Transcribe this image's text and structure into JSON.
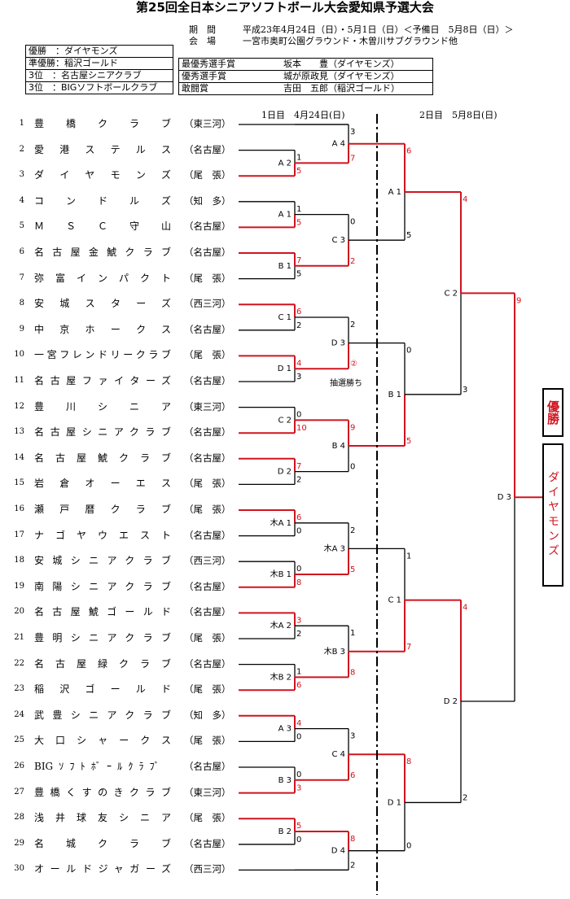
{
  "title": "第25回全日本シニアソフトボール大会愛知県予選大会",
  "meta": {
    "period_label": "期　間",
    "period_value": "平成23年4月24日（日）・5月1日（日）＜予備日　5月8日（日）＞",
    "venue_label": "会　場",
    "venue_value": "一宮市奥町公園グラウンド・木曽川サブグラウンド他"
  },
  "results": [
    "優勝　：ダイヤモンズ",
    "準優勝：稲沢ゴールド",
    "3位　：名古屋シニアクラブ",
    "3位　：BIGソフトボールクラブ"
  ],
  "awards": [
    {
      "label": "最優秀選手賞",
      "value": "坂本　　豊（ダイヤモンズ）"
    },
    {
      "label": "優秀選手賞",
      "value": "城が原政見（ダイヤモンズ）"
    },
    {
      "label": "敢闘賞",
      "value": "吉田　五郎（稲沢ゴールド）"
    }
  ],
  "days": {
    "day1": "1日目　4月24日(日)",
    "day2": "2日目　5月8日(日)"
  },
  "teams": [
    {
      "no": "1",
      "name": "豊橋クラブ",
      "region": "（東三河）"
    },
    {
      "no": "2",
      "name": "愛港ステルス",
      "region": "（名古屋）"
    },
    {
      "no": "3",
      "name": "ダイヤモンズ",
      "region": "（尾　張）"
    },
    {
      "no": "4",
      "name": "コンドルズ",
      "region": "（知　多）"
    },
    {
      "no": "5",
      "name": "ＭＳＣ守山",
      "region": "（名古屋）"
    },
    {
      "no": "6",
      "name": "名古屋金鯱クラブ",
      "region": "（名古屋）"
    },
    {
      "no": "7",
      "name": "弥富インパクト",
      "region": "（尾　張）"
    },
    {
      "no": "8",
      "name": "安城スターズ",
      "region": "（西三河）"
    },
    {
      "no": "9",
      "name": "中京ホークス",
      "region": "（名古屋）"
    },
    {
      "no": "10",
      "name": "一宮フレンドリークラブ",
      "region": "（尾　張）"
    },
    {
      "no": "11",
      "name": "名古屋ファイターズ",
      "region": "（名古屋）"
    },
    {
      "no": "12",
      "name": "豊川シニア",
      "region": "（東三河）"
    },
    {
      "no": "13",
      "name": "名古屋シニアクラブ",
      "region": "（名古屋）"
    },
    {
      "no": "14",
      "name": "名古屋鯱クラブ",
      "region": "（名古屋）"
    },
    {
      "no": "15",
      "name": "岩倉オーエス",
      "region": "（尾　張）"
    },
    {
      "no": "16",
      "name": "瀬戸暦クラブ",
      "region": "（尾　張）"
    },
    {
      "no": "17",
      "name": "ナゴヤウエスト",
      "region": "（名古屋）"
    },
    {
      "no": "18",
      "name": "安城シニアクラブ",
      "region": "（西三河）"
    },
    {
      "no": "19",
      "name": "南陽シニアクラブ",
      "region": "（名古屋）"
    },
    {
      "no": "20",
      "name": "名古屋鯱ゴールド",
      "region": "（名古屋）"
    },
    {
      "no": "21",
      "name": "豊明シニアクラブ",
      "region": "（尾　張）"
    },
    {
      "no": "22",
      "name": "名古屋緑クラブ",
      "region": "（名古屋）"
    },
    {
      "no": "23",
      "name": "稲沢ゴールド",
      "region": "（尾　張）"
    },
    {
      "no": "24",
      "name": "武豊シニアクラブ",
      "region": "（知　多）"
    },
    {
      "no": "25",
      "name": "大口シャークス",
      "region": "（尾　張）"
    },
    {
      "no": "26",
      "name": "BIGｿﾌﾄﾎﾞｰﾙｸﾗﾌﾞ",
      "region": "（名古屋）"
    },
    {
      "no": "27",
      "name": "豊橋くすのきクラブ",
      "region": "（東三河）"
    },
    {
      "no": "28",
      "name": "浅井球友シニア",
      "region": "（尾　張）"
    },
    {
      "no": "29",
      "name": "名城クラブ",
      "region": "（名古屋）"
    },
    {
      "no": "30",
      "name": "オールドジャガーズ",
      "region": "（西三河）"
    }
  ],
  "colors": {
    "win": "#d0141f",
    "line": "#000000"
  },
  "bracket": {
    "matches": [
      {
        "label": "A 2",
        "s1": "1",
        "s2": "5"
      },
      {
        "label": "A 4",
        "s1": "3",
        "s2": "7"
      },
      {
        "label": "A 1",
        "s1": "1",
        "s2": "5"
      },
      {
        "label": "B 1",
        "s1": "7",
        "s2": "5"
      },
      {
        "label": "C 3",
        "s1": "0",
        "s2": "2"
      },
      {
        "label": "A 1",
        "s1": "6",
        "s2": "5"
      },
      {
        "label": "C 1",
        "s1": "6",
        "s2": "2"
      },
      {
        "label": "D 1",
        "s1": "4",
        "s2": "3"
      },
      {
        "label": "D 3",
        "s1": "2",
        "s2": "②"
      },
      {
        "label": "C 2",
        "s1": "0",
        "s2": "10"
      },
      {
        "label": "D 2",
        "s1": "7",
        "s2": "2"
      },
      {
        "label": "B 4",
        "s1": "9",
        "s2": "0"
      },
      {
        "label": "B 1",
        "s1": "0",
        "s2": "5"
      },
      {
        "label": "C 2",
        "s1": "4",
        "s2": "3"
      },
      {
        "label": "木A 1",
        "s1": "6",
        "s2": "0"
      },
      {
        "label": "木B 1",
        "s1": "0",
        "s2": "8"
      },
      {
        "label": "木A 3",
        "s1": "2",
        "s2": "5"
      },
      {
        "label": "木A 2",
        "s1": "3",
        "s2": "2"
      },
      {
        "label": "木B 2",
        "s1": "1",
        "s2": "6"
      },
      {
        "label": "木B 3",
        "s1": "1",
        "s2": "8"
      },
      {
        "label": "C 1",
        "s1": "1",
        "s2": "7"
      },
      {
        "label": "A 3",
        "s1": "4",
        "s2": "0"
      },
      {
        "label": "B 3",
        "s1": "0",
        "s2": "3"
      },
      {
        "label": "C 4",
        "s1": "3",
        "s2": "6"
      },
      {
        "label": "B 2",
        "s1": "5",
        "s2": "0"
      },
      {
        "label": "D 4",
        "s1": "8",
        "s2": "2"
      },
      {
        "label": "D 1",
        "s1": "8",
        "s2": "0"
      },
      {
        "label": "D 2",
        "s1": "4",
        "s2": "2"
      },
      {
        "label": "D 3",
        "s1": "9",
        "s2": ""
      }
    ],
    "lottery_note": "抽選勝ち"
  },
  "champion": {
    "label": "優勝",
    "team": "ダイヤモンズ"
  }
}
